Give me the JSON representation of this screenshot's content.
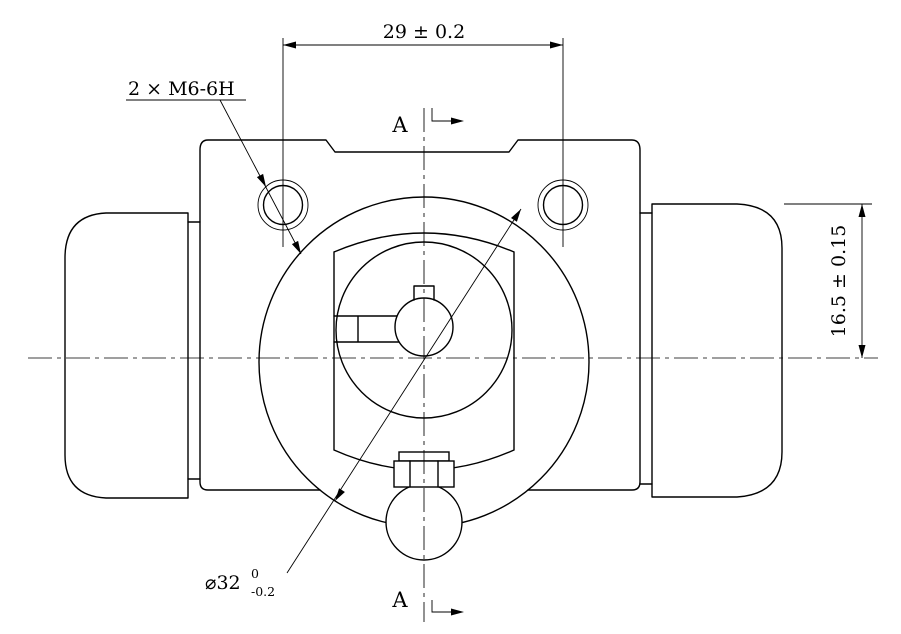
{
  "colors": {
    "line": "#000000",
    "background": "#ffffff"
  },
  "annotations": {
    "dim_hole_spacing": "29 ± 0.2",
    "thread_callout": "2 × M6-6H",
    "bore_dia_main": "⌀32",
    "bore_dia_tol_upper": "0",
    "bore_dia_tol_lower": "-0.2",
    "dim_center_height": "16.5 ± 0.15",
    "section_letter_top": "A",
    "section_letter_bottom": "A"
  }
}
